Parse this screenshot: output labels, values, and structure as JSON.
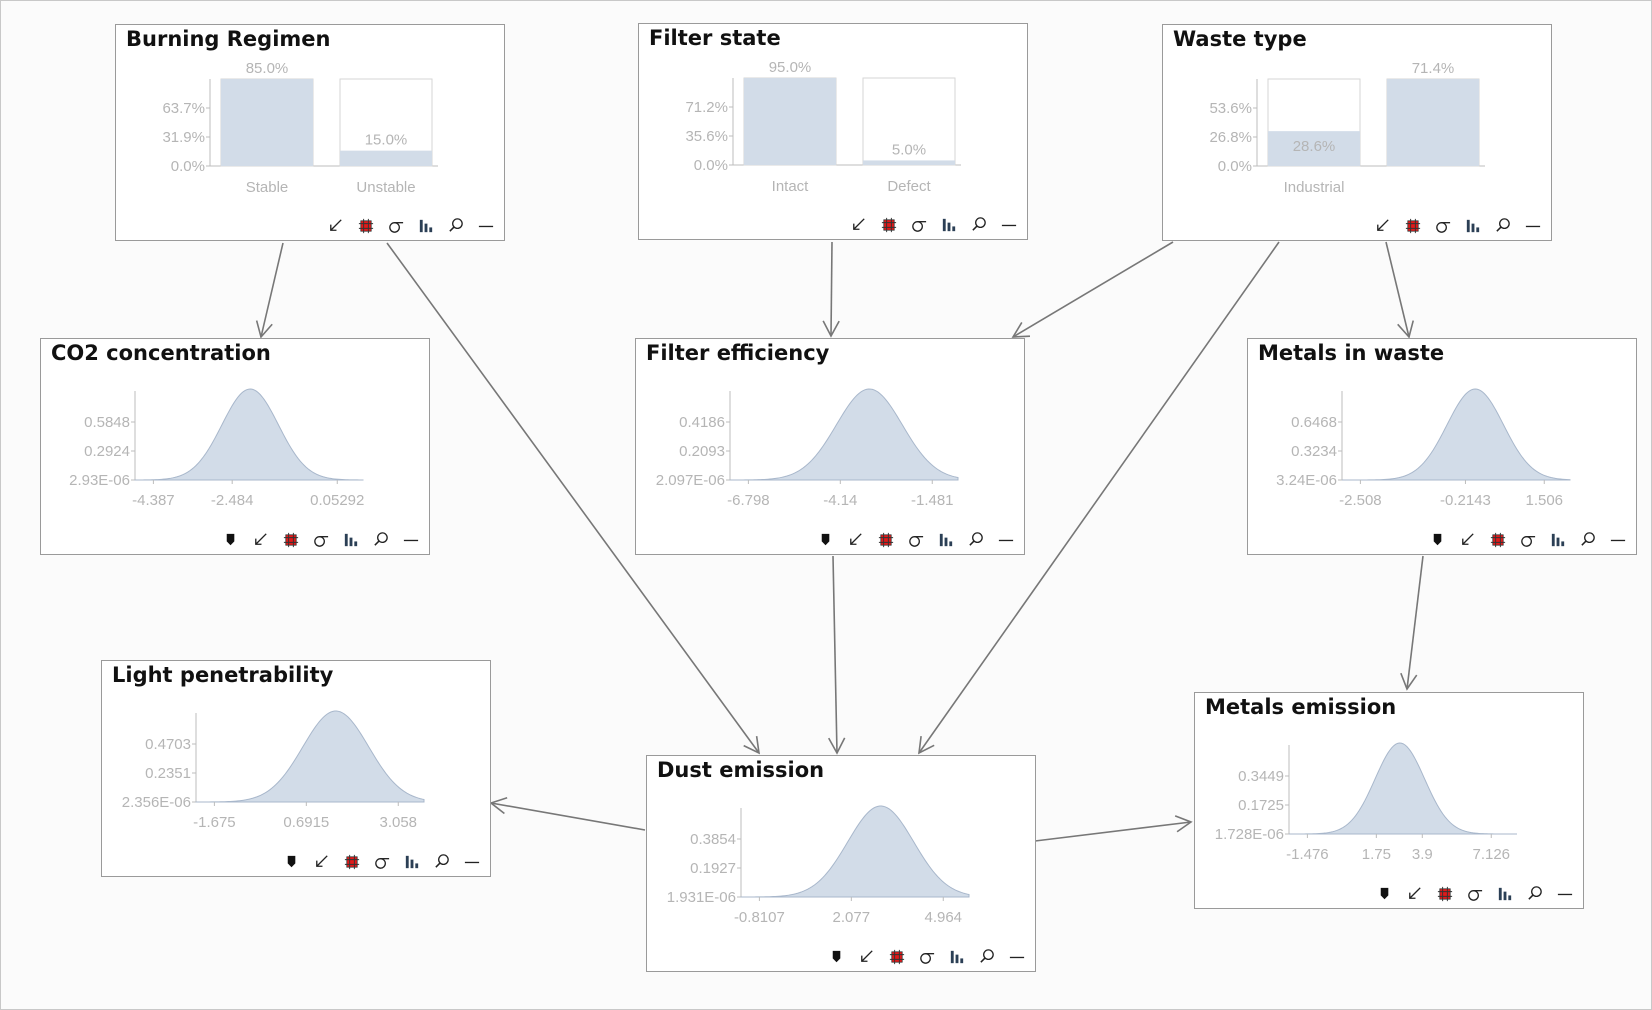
{
  "colors": {
    "bar_fill": "#d2dce8",
    "curve_fill": "#d2dce8",
    "curve_stroke": "#a8b7cb",
    "axis": "#bcbcbc",
    "tick_text": "#b5b5b5",
    "edge": "#777777",
    "evidence_red": "#e01a1a"
  },
  "icons": [
    "pin-icon",
    "arrow-down-left-icon",
    "evidence-icon",
    "sigma-icon",
    "bar-chart-icon",
    "zoom-icon",
    "minimize-icon"
  ],
  "nodes": [
    {
      "id": "burning",
      "title": "Burning Regimen",
      "kind": "discrete",
      "chart_data": {
        "type": "bar",
        "categories": [
          "Stable",
          "Unstable"
        ],
        "values": [
          85.0,
          15.0
        ],
        "value_labels": [
          "85.0%",
          "15.0%"
        ],
        "yticks": [
          "63.7%",
          "31.9%",
          "0.0%"
        ],
        "ylim": [
          0,
          85.0
        ]
      }
    },
    {
      "id": "filter_state",
      "title": "Filter state",
      "kind": "discrete",
      "chart_data": {
        "type": "bar",
        "categories": [
          "Intact",
          "Defect"
        ],
        "values": [
          95.0,
          5.0
        ],
        "value_labels": [
          "95.0%",
          "5.0%"
        ],
        "yticks": [
          "71.2%",
          "35.6%",
          "0.0%"
        ],
        "ylim": [
          0,
          95.0
        ]
      }
    },
    {
      "id": "waste_type",
      "title": "Waste type",
      "kind": "discrete",
      "chart_data": {
        "type": "bar",
        "categories": [
          "Industrial",
          ""
        ],
        "values": [
          28.6,
          71.4
        ],
        "value_labels": [
          "28.6%",
          "71.4%"
        ],
        "yticks": [
          "53.6%",
          "26.8%",
          "0.0%"
        ],
        "ylim": [
          0,
          71.4
        ]
      }
    },
    {
      "id": "co2",
      "title": "CO2 concentration",
      "kind": "continuous",
      "chart_data": {
        "type": "area",
        "yticks": [
          "0.5848",
          "0.2924",
          "2.93E-06"
        ],
        "xticks": [
          "-4.387",
          "-2.484",
          "0.05292"
        ],
        "xlim": [
          -4.387,
          0.05292
        ],
        "peak_x": -2.05,
        "sd": 0.6822
      }
    },
    {
      "id": "filter_eff",
      "title": "Filter efficiency",
      "kind": "continuous",
      "chart_data": {
        "type": "area",
        "yticks": [
          "0.4186",
          "0.2093",
          "2.097E-06"
        ],
        "xticks": [
          "-6.798",
          "-4.14",
          "-1.481"
        ],
        "xlim": [
          -6.798,
          -1.481
        ],
        "peak_x": -3.3,
        "sd": 0.953
      }
    },
    {
      "id": "metals_waste",
      "title": "Metals in waste",
      "kind": "continuous",
      "chart_data": {
        "type": "area",
        "yticks": [
          "0.6468",
          "0.3234",
          "3.24E-06"
        ],
        "xticks": [
          "-2.508",
          "-0.2143",
          "1.506"
        ],
        "xlim": [
          -2.508,
          1.506
        ],
        "peak_x": 0.0,
        "sd": 0.6168
      }
    },
    {
      "id": "light",
      "title": "Light penetrability",
      "kind": "continuous",
      "chart_data": {
        "type": "area",
        "yticks": [
          "0.4703",
          "0.2351",
          "2.356E-06"
        ],
        "xticks": [
          "-1.675",
          "0.6915",
          "3.058"
        ],
        "xlim": [
          -1.675,
          3.058
        ],
        "peak_x": 1.45,
        "sd": 0.848
      }
    },
    {
      "id": "dust",
      "title": "Dust emission",
      "kind": "continuous",
      "chart_data": {
        "type": "area",
        "yticks": [
          "0.3854",
          "0.1927",
          "1.931E-06"
        ],
        "xticks": [
          "-0.8107",
          "2.077",
          "4.964"
        ],
        "xlim": [
          -0.8107,
          4.964
        ],
        "peak_x": 3.0,
        "sd": 1.035
      }
    },
    {
      "id": "metals_emission",
      "title": "Metals emission",
      "kind": "continuous",
      "chart_data": {
        "type": "area",
        "yticks": [
          "0.3449",
          "0.1725",
          "1.728E-06"
        ],
        "xticks": [
          "-1.476",
          "1.75",
          "3.9",
          "7.126"
        ],
        "xlim": [
          -1.476,
          7.126
        ],
        "peak_x": 2.85,
        "sd": 1.157
      }
    }
  ]
}
